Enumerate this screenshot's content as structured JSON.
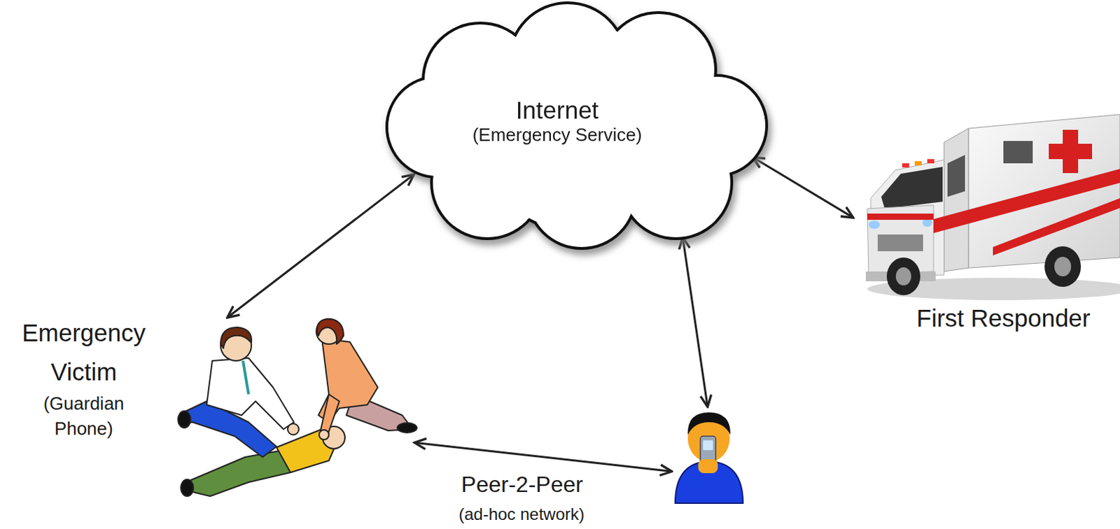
{
  "diagram": {
    "nodes": [
      {
        "text": [
          "Internet",
          "(Emergency Service)"
        ]
      },
      {
        "text": [
          "Emergency Victim",
          "(Guardian Phone)"
        ]
      },
      {
        "text": [
          "First Responder"
        ]
      },
      {
        "text": []
      }
    ],
    "edges": [
      {
        "from": 1,
        "to": 0,
        "arrow": "both"
      },
      {
        "from": 0,
        "to": 2,
        "arrow": "both"
      },
      {
        "from": 0,
        "to": 3,
        "arrow": "both"
      },
      {
        "from": 1,
        "to": 3,
        "arrow": "both",
        "label": "Peer-2-Peer"
      }
    ],
    "labels": [
      "(ad-hoc network)"
    ]
  }
}
